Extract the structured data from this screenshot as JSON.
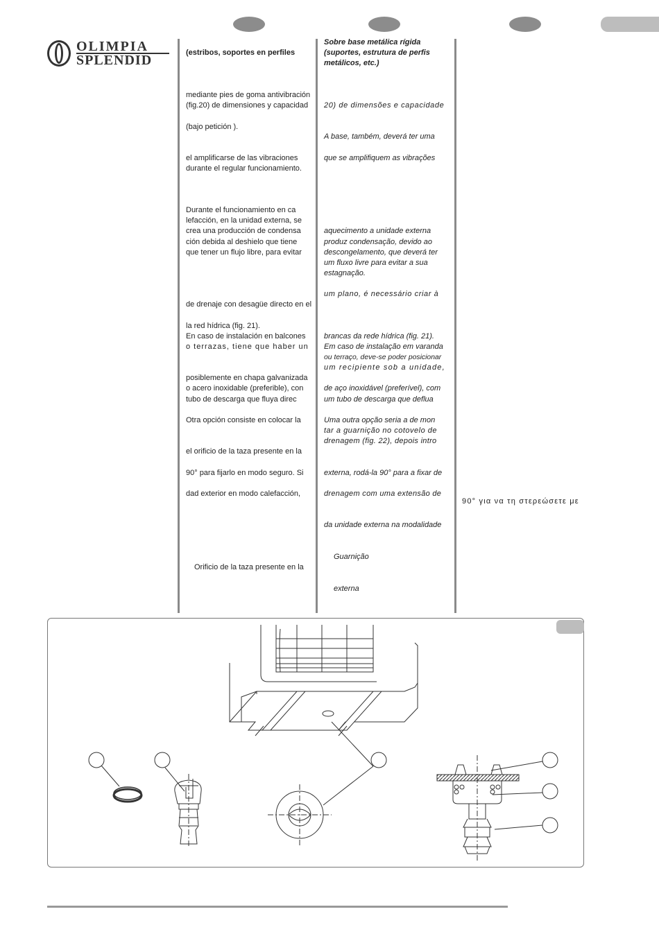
{
  "header": {
    "brand_line1": "OLIMPIA",
    "brand_line2": "SPLENDID"
  },
  "spanish": {
    "heading": "(estribos, soportes en perfiles",
    "lines": [
      "mediante pies de goma  antivibración",
      "(fig.20) de dimensiones y capacidad",
      "(bajo petición ).",
      "el amplificarse de las vibraciones",
      "durante el regular funcionamiento.",
      "Durante el funcionamiento en ca",
      "lefacción, en la unidad externa, se",
      "crea una producción de condensa",
      "ción debida al deshielo  que tiene",
      "que tener un flujo libre, para evitar",
      "de drenaje con desagüe directo en el",
      "la red hídrica (fig. 21).",
      "En caso de instalación en balcones",
      "o terrazas, tiene que haber un",
      "posiblemente en chapa galvanizada",
      "o acero inoxidable (preferible), con",
      "tubo de descarga que fluya direc",
      "Otra opción consiste en colocar la",
      "el orificio de la taza presente en la",
      "90° para fijarlo en modo seguro. Si",
      "dad exterior en modo calefacción,",
      "Orificio de la taza presente en la"
    ]
  },
  "portuguese": {
    "heading_lines": [
      "Sobre base metálica rígida",
      "(suportes, estrutura de perfis",
      "metálicos, etc.)"
    ],
    "lines": [
      "20) de dimensões e capacidade",
      "A base, também, deverá ter uma",
      "que se amplifiquem as vibrações",
      "aquecimento a unidade externa",
      "produz condensação, devido ao",
      "descongelamento, que deverá ter",
      "um fluxo livre para evitar a sua",
      "estagnação.",
      "um plano, é necessário criar à",
      "brancas da rede hídrica (fig. 21).",
      "Em caso de instalação em varanda",
      "ou terraço, deve-se poder posicionar",
      "um recipiente sob a unidade,",
      "de aço inoxidável (preferível), com",
      "um tubo de descarga que deflua",
      "Uma outra opção seria a de mon",
      "tar a guarnição no cotovelo de",
      "drenagem (fig. 22), depois intro",
      "externa, rodá-la 90° para a fixar de",
      "drenagem com uma extensão de",
      "da unidade externa na modalidade",
      "Guarnição",
      "externa"
    ]
  },
  "greek": {
    "line": "90° για να τη στερεώσετε με"
  }
}
